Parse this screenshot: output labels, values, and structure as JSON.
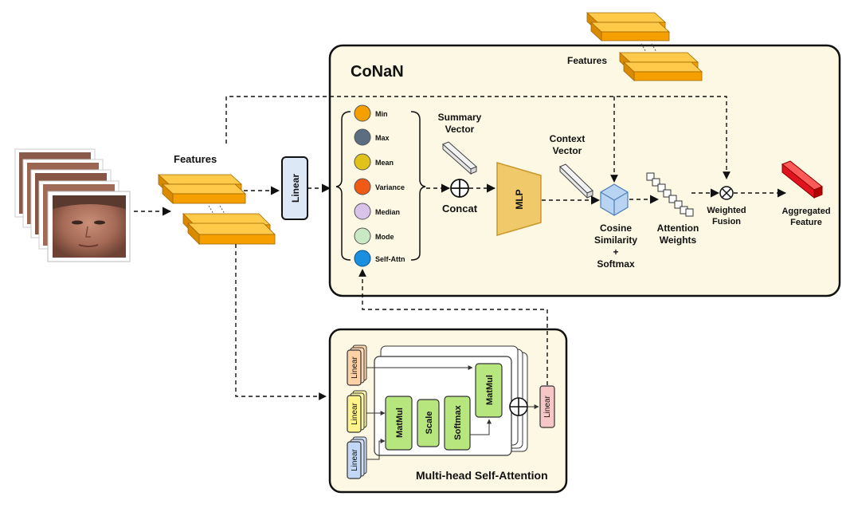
{
  "conan": {
    "title": "CoNaN"
  },
  "mhsa": {
    "title": "Multi-head Self-Attention"
  },
  "input_features_label": "Features",
  "top_features_label": "Features",
  "linear_label": "Linear",
  "stats": [
    {
      "label": "Min",
      "color": "#f5a000"
    },
    {
      "label": "Max",
      "color": "#5c6d82"
    },
    {
      "label": "Mean",
      "color": "#e0c21a"
    },
    {
      "label": "Variance",
      "color": "#f05a14"
    },
    {
      "label": "Median",
      "color": "#d9c3e8"
    },
    {
      "label": "Mode",
      "color": "#c9e9c4"
    },
    {
      "label": "Self-Attn",
      "color": "#1a8fe0"
    }
  ],
  "summary_vector": {
    "line1": "Summary",
    "line2": "Vector"
  },
  "concat_label": "Concat",
  "mlp_label": "MLP",
  "context_vector": {
    "line1": "Context",
    "line2": "Vector"
  },
  "cosine": {
    "line1": "Cosine",
    "line2": "Similarity",
    "line3": "+",
    "line4": "Softmax"
  },
  "attention_weights": {
    "line1": "Attention",
    "line2": "Weights"
  },
  "weighted_fusion": {
    "line1": "Weighted",
    "line2": "Fusion"
  },
  "aggregated_feature": {
    "line1": "Aggregated",
    "line2": "Feature"
  },
  "mhsa_blocks": {
    "linear_q": "Linear",
    "linear_k": "Linear",
    "linear_v": "Linear",
    "matmul1": "MatMul",
    "scale": "Scale",
    "softmax": "Softmax",
    "matmul2": "MatMul",
    "linear_out": "Linear"
  },
  "colors": {
    "panel_fill": "#fcf8e3",
    "feature_orange": "#f5a000",
    "linear_fill": "#dde8f7",
    "mlp_fill": "#f0c96a",
    "green_block": "#b7e57e",
    "red_feature": "#e0141e",
    "cube_blue": "#b9d4f2"
  }
}
